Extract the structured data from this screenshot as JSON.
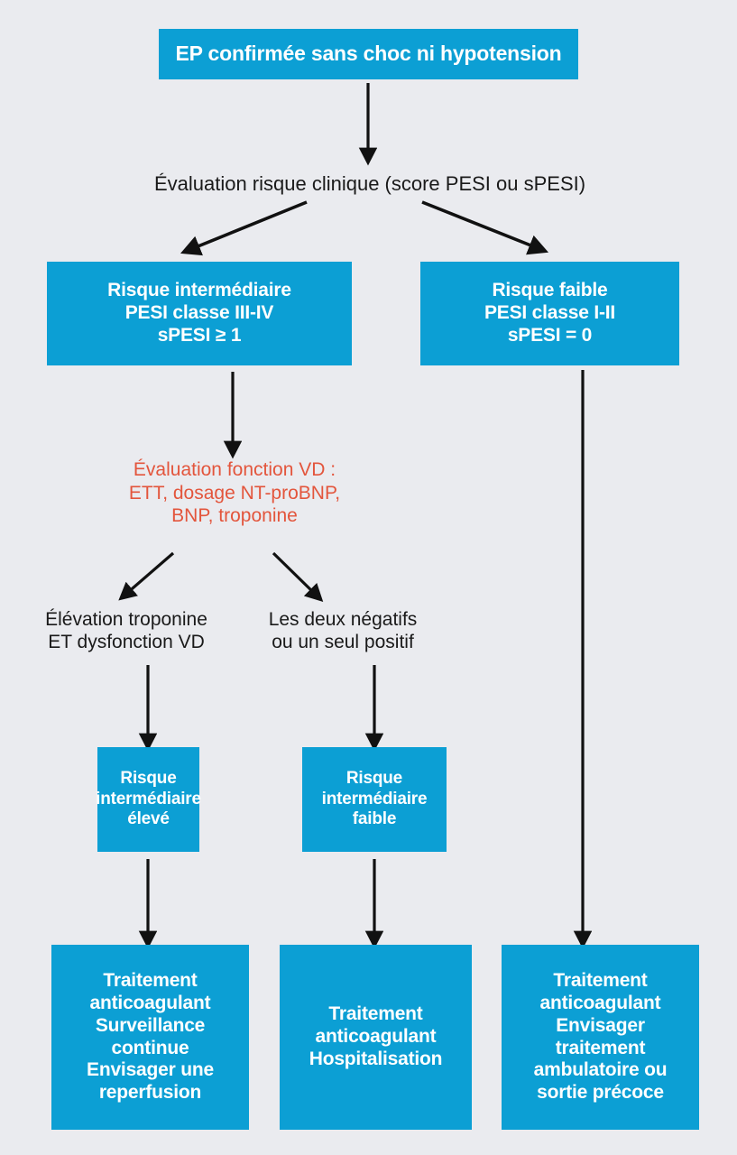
{
  "diagram": {
    "title": "EP confirmée sans choc ni hypotension",
    "background_color": "#eaebef",
    "box_color": "#0c9fd4",
    "box_text_color": "#ffffff",
    "accent_text_color": "#e3553c",
    "plain_text_color": "#1a1a1a",
    "nodes": {
      "top": "EP confirmée sans choc ni hypotension",
      "eval_clinique": "Évaluation risque clinique (score PESI ou sPESI)",
      "risque_intermediaire": "Risque intermédiaire\nPESI classe III-IV\nsPESI ≥ 1",
      "risque_faible": "Risque faible\nPESI classe I-II\nsPESI = 0",
      "eval_vd": "Évaluation fonction VD :\nETT, dosage NT-proBNP,\nBNP, troponine",
      "troponine_positive": "Élévation troponine\nET dysfonction VD",
      "deux_negatifs": "Les deux négatifs\nou un seul positif",
      "risque_intermediaire_eleve": "Risque\nintermédiaire\nélevé",
      "risque_intermediaire_faible": "Risque\nintermédiaire\nfaible",
      "traitement_eleve": "Traitement\nanticoagulant\nSurveillance\ncontinue\nEnvisager une\nreperfusion",
      "traitement_faible": "Traitement\nanticoagulant\nHospitalisation",
      "traitement_risque_faible": "Traitement\nanticoagulant\nEnvisager\ntraitement\nambulatoire ou\nsortie précoce"
    }
  }
}
